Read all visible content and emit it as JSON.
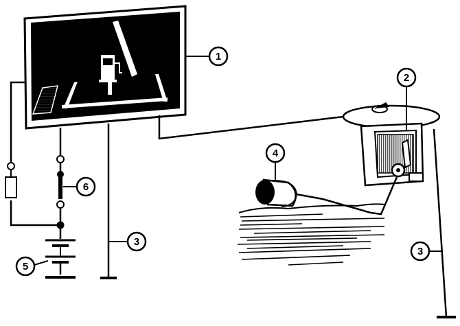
{
  "callouts": {
    "c1": "1",
    "c2": "2",
    "c3a": "3",
    "c3b": "3",
    "c4": "4",
    "c5": "5",
    "c6": "6"
  },
  "colors": {
    "ink": "#000000",
    "paper": "#ffffff",
    "fuel_hatch": "#333333"
  }
}
